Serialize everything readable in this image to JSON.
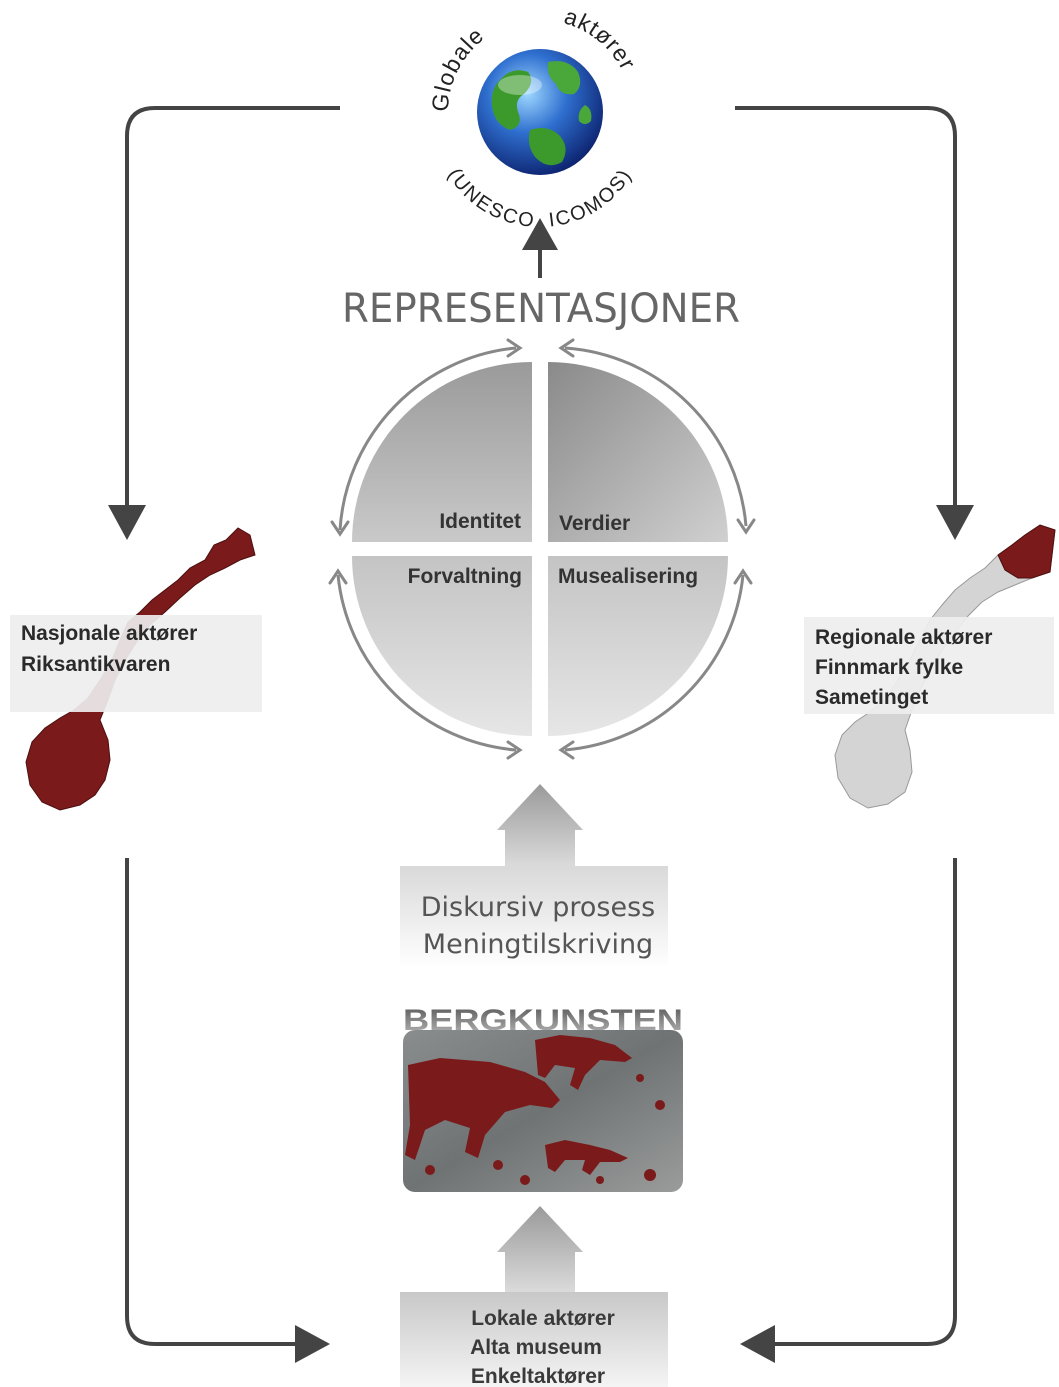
{
  "global": {
    "arc_top_words": [
      "Globale",
      "aktører"
    ],
    "arc_bottom": "(UNESCO, ICOMOS)",
    "icon": "globe-icon"
  },
  "title": "REPRESENTASJONER",
  "quadrants": {
    "top_left": "Identitet",
    "top_right": "Verdier",
    "bottom_left": "Forvaltning",
    "bottom_right": "Musealisering"
  },
  "national": {
    "lines": [
      "Nasjonale aktører",
      "Riksantikvaren"
    ],
    "icon": "norway-map-icon",
    "highlight_color": "#7a1a1a"
  },
  "regional": {
    "lines": [
      "Regionale aktører",
      "Finnmark fylke",
      "Sametinget"
    ],
    "icon": "norway-map-icon",
    "highlight_color": "#7a1a1a"
  },
  "process": {
    "lines": [
      "Diskursiv prosess",
      "Meningtilskriving"
    ]
  },
  "rock_art": {
    "title": "BERGKUNSTEN",
    "icon": "rock-carving-image"
  },
  "local": {
    "lines": [
      "Lokale aktører",
      "Alta museum",
      "Enkeltaktører"
    ]
  },
  "colors": {
    "arrow": "#444444",
    "figure_red": "#7a1a1a",
    "title_gray": "#666666"
  }
}
